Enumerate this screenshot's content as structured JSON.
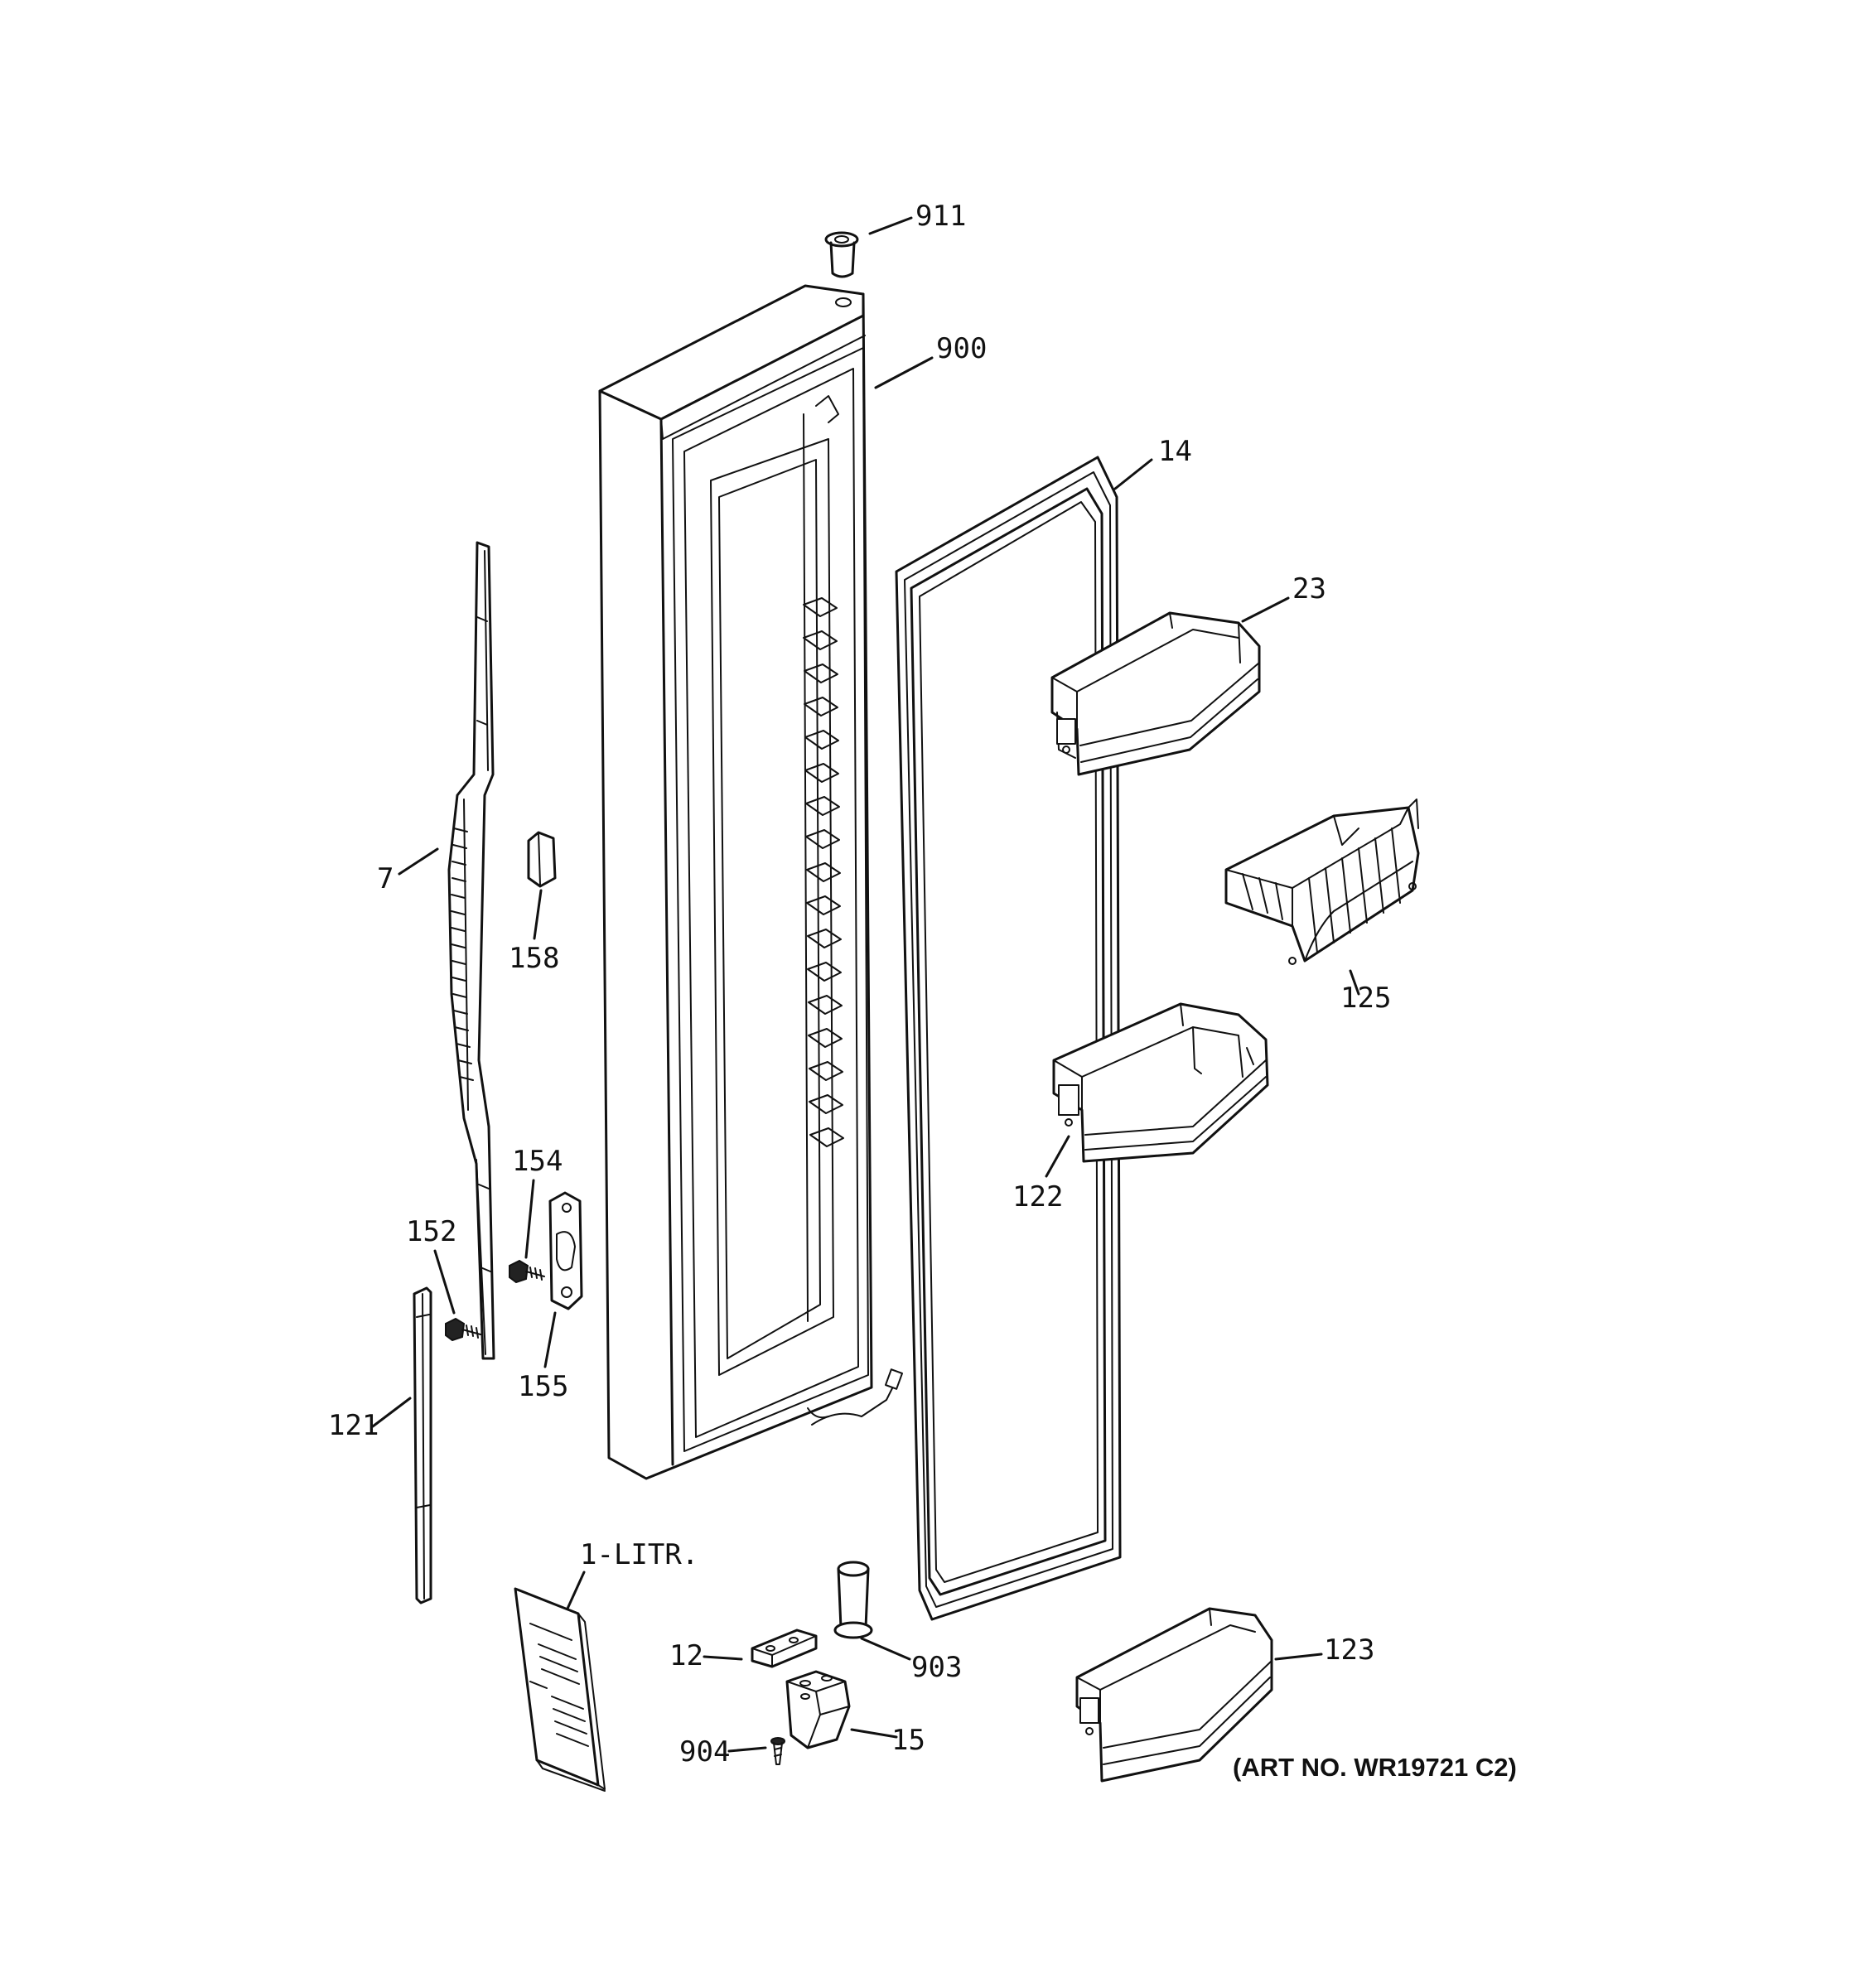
{
  "colors": {
    "background": "#ffffff",
    "ink": "#111111"
  },
  "parts": {
    "p911": "911",
    "p900": "900",
    "p14": "14",
    "p23": "23",
    "p7": "7",
    "p158": "158",
    "p125": "125",
    "p122": "122",
    "p154": "154",
    "p152": "152",
    "p155": "155",
    "p121": "121",
    "p1litr": "1-LITR.",
    "p12": "12",
    "p903": "903",
    "p123": "123",
    "p904": "904",
    "p15": "15"
  },
  "art_number": "(ART NO. WR19721 C2)"
}
